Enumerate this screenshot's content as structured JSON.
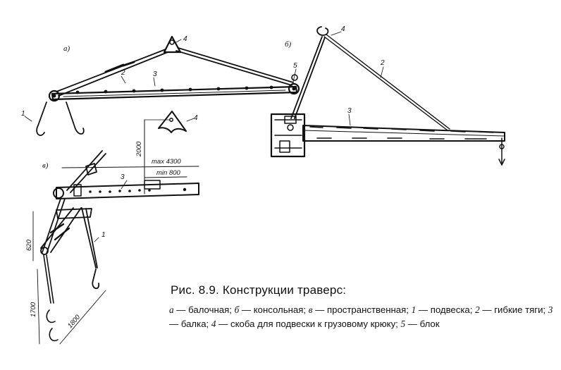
{
  "figure": {
    "variant_labels": {
      "a": "а)",
      "b": "б)",
      "v": "в)"
    },
    "part_numbers": {
      "n1": "1",
      "n2": "2",
      "n3": "3",
      "n4": "4",
      "n5": "5"
    },
    "dimensions": {
      "max": "max 4300",
      "min": "min 800",
      "h2000": "2000",
      "h620": "620",
      "h1700": "1700",
      "w1800": "1800"
    }
  },
  "caption": {
    "title": "Рис. 8.9. Конструкции траверс:",
    "items": [
      {
        "key": "а",
        "text": "— балочная;"
      },
      {
        "key": "б",
        "text": "— консольная;"
      },
      {
        "key": "в",
        "text": "— пространственная;"
      },
      {
        "key": "1",
        "text": "— подвеска;"
      },
      {
        "key": "2",
        "text": "— гибкие тяги;"
      },
      {
        "key": "3",
        "text": "— балка;"
      },
      {
        "key": "4",
        "text": "— скоба для подвески к грузовому крюку;"
      },
      {
        "key": "5",
        "text": "— блок"
      }
    ]
  }
}
